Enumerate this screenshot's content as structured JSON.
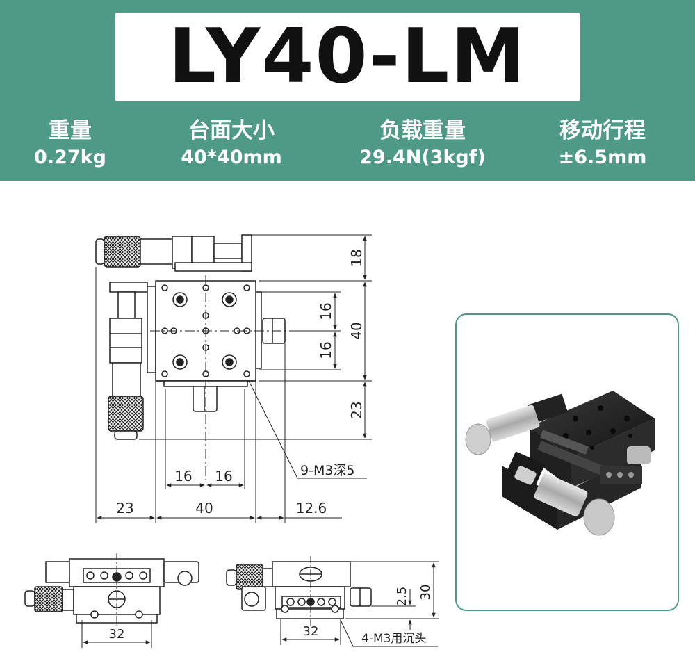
{
  "title": "LY40-LM",
  "specs": [
    {
      "label": "重量",
      "value": "0.27kg"
    },
    {
      "label": "台面大小",
      "value": "40*40mm"
    },
    {
      "label": "负载重量",
      "value": "29.4N(3kgf)"
    },
    {
      "label": "移动行程",
      "value": "±6.5mm"
    }
  ],
  "drawing": {
    "top_view": {
      "dim_18": "18",
      "dim_16_upper": "16",
      "dim_40_right": "40",
      "dim_16_lower": "16",
      "dim_23_right": "23",
      "dim_16_bottom_left": "16",
      "dim_16_bottom_right": "16",
      "dim_23_left": "23",
      "dim_40_bottom": "40",
      "dim_12_6": "12.6",
      "hole_note": "9-M3深5"
    },
    "side_view_left": {
      "dim_32": "32"
    },
    "side_view_right": {
      "dim_32": "32",
      "dim_2_5": "2.5",
      "dim_30": "30",
      "mount_note": "4-M3用沉头"
    }
  },
  "colors": {
    "header_bg": "#4e9a86",
    "title_bg": "#ffffff",
    "line": "#222222",
    "frame": "#4e9a86"
  }
}
